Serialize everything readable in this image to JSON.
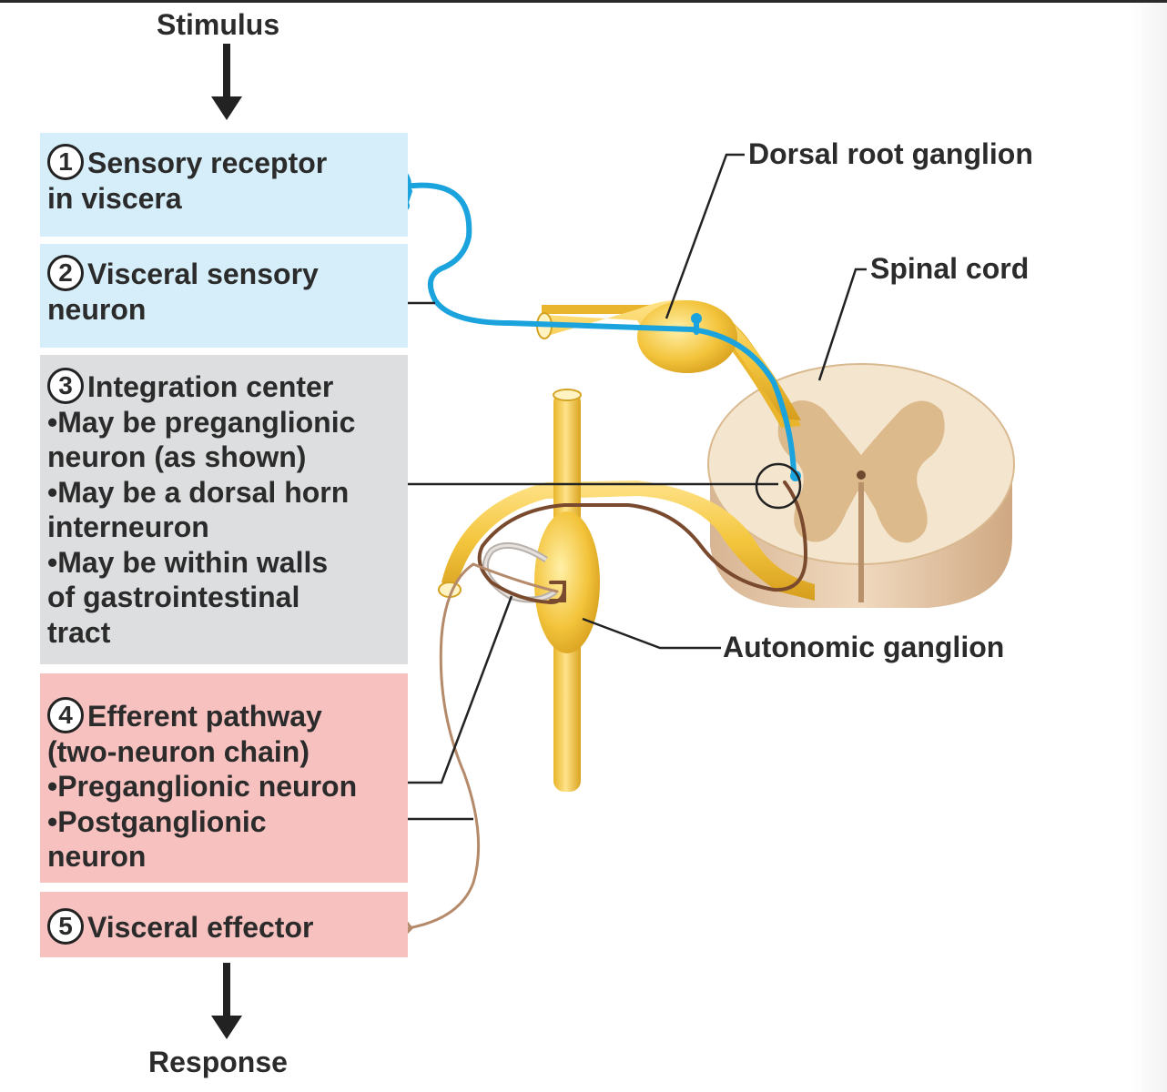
{
  "stimulus": "Stimulus",
  "response": "Response",
  "steps": [
    {
      "num": "1",
      "lines": [
        "Sensory receptor",
        "in viscera"
      ]
    },
    {
      "num": "2",
      "lines": [
        "Visceral sensory",
        "neuron"
      ]
    },
    {
      "num": "3",
      "lines": [
        "Integration center",
        "•May be preganglionic",
        "neuron (as shown)",
        "•May be a dorsal horn",
        "interneuron",
        "•May be within walls",
        "of gastrointestinal",
        "tract"
      ]
    },
    {
      "num": "4",
      "lines": [
        "Efferent pathway",
        "(two-neuron chain)",
        "•Preganglionic neuron",
        "•Postganglionic",
        "neuron"
      ]
    },
    {
      "num": "5",
      "lines": [
        "Visceral effector"
      ]
    }
  ],
  "labels": {
    "dorsal_root_ganglion": "Dorsal root ganglion",
    "spinal_cord": "Spinal cord",
    "autonomic_ganglion": "Autonomic ganglion"
  },
  "colors": {
    "sensory_box": "#d5eefa",
    "integration_box": "#dcdedf",
    "efferent_box": "#f6c1bf",
    "sensory_neuron": "#1aa3dc",
    "nerve": "#f2c640",
    "motor_neuron": "#7a4a2e",
    "spinal_gray_matter": "#ddb98d",
    "spinal_white_matter": "#f3e3cc"
  }
}
